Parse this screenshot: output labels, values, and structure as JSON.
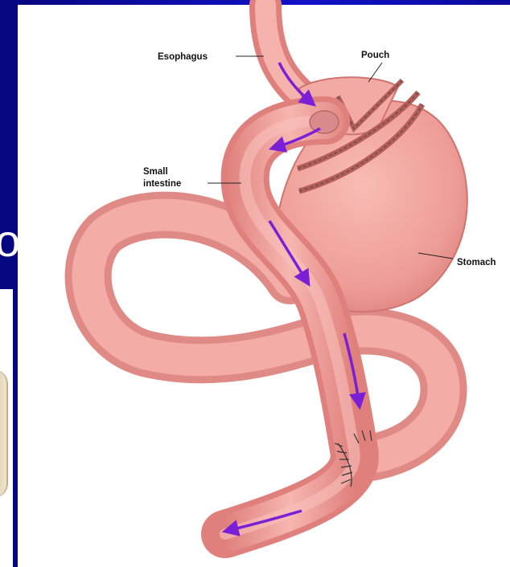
{
  "background_colors": {
    "slide": "#0a0a9c",
    "panel": "#ffffff"
  },
  "behind_text": "o",
  "labels": {
    "esophagus": "Esophagus",
    "pouch": "Pouch",
    "small_intestine_line1": "Small",
    "small_intestine_line2": "intestine",
    "stomach": "Stomach"
  },
  "colors": {
    "tissue": "#f2a4a0",
    "tissue_dark": "#d87c78",
    "arrow": "#7a1fd6",
    "staple": "#555555"
  }
}
